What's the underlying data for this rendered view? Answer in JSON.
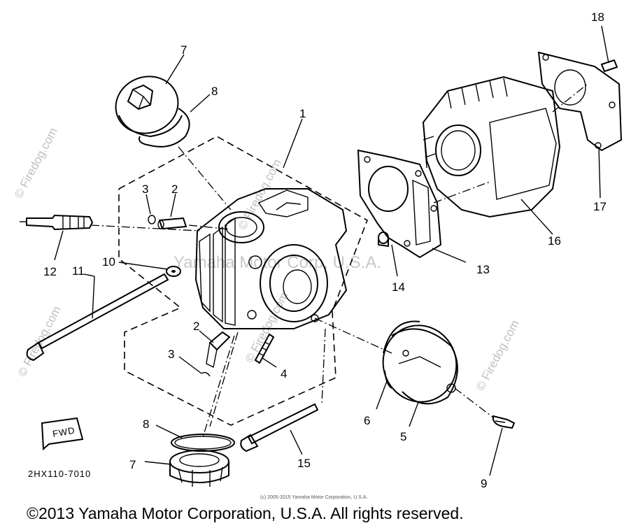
{
  "watermarks": {
    "side": "© Firedog.com",
    "center": "Yamaha Motor Corp, U.S.A."
  },
  "diagram_code": "2HX110-7010",
  "fwd_label": "FWD",
  "small_copyright": "(c) 2005-2015 Yamaha Motor Corporation, U.S.A.",
  "footer": "©2013 Yamaha Motor Corporation, U.S.A. All rights reserved.",
  "callouts": {
    "c1": "1",
    "c2a": "2",
    "c2b": "2",
    "c3a": "3",
    "c3b": "3",
    "c4": "4",
    "c5": "5",
    "c6": "6",
    "c7a": "7",
    "c7b": "7",
    "c8a": "8",
    "c8b": "8",
    "c9": "9",
    "c10": "10",
    "c11": "11",
    "c12": "12",
    "c13": "13",
    "c14": "14",
    "c15": "15",
    "c16": "16",
    "c17": "17",
    "c18": "18"
  }
}
